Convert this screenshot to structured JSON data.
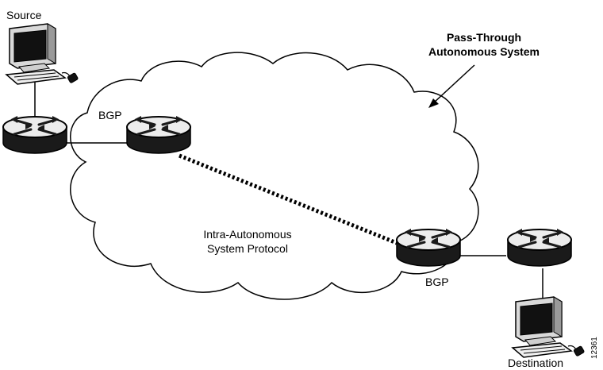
{
  "labels": {
    "source": "Source",
    "destination": "Destination",
    "bgp_left": "BGP",
    "bgp_right": "BGP",
    "pass_through_line1": "Pass-Through",
    "pass_through_line2": "Autonomous System",
    "intra_line1": "Intra-Autonomous",
    "intra_line2": "System Protocol",
    "figure_id": "12361"
  },
  "icons": [
    "source-computer-icon",
    "destination-computer-icon",
    "router-icon"
  ],
  "colors": {
    "line": "#000000",
    "router_top": "#e9e9e9",
    "router_body": "#1a1a1a",
    "screen": "#111111"
  }
}
